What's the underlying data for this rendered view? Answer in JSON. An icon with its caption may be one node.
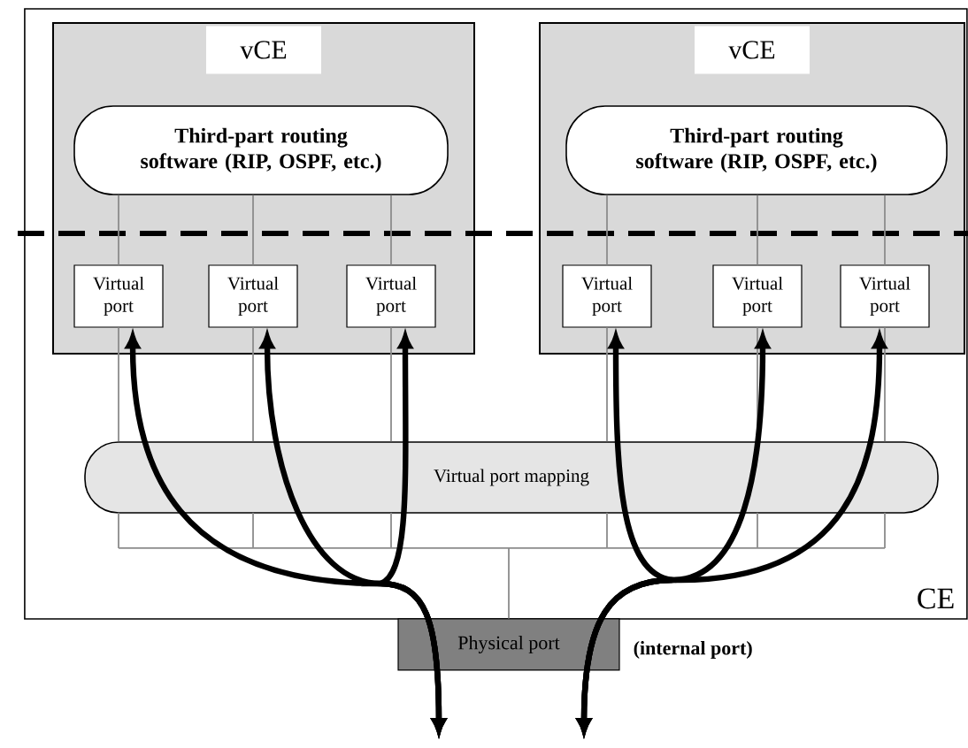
{
  "diagram": {
    "nodes": [
      {
        "text": [
          "CE"
        ]
      },
      {
        "text": [
          "vCE"
        ],
        "in": 0
      },
      {
        "text": [
          "Third-part routing software (RIP, OSPF, etc.)"
        ],
        "in": 1
      },
      {
        "text": [
          "Virtual port"
        ],
        "in": 1
      },
      {
        "text": [
          "Virtual port"
        ],
        "in": 1
      },
      {
        "text": [
          "Virtual port"
        ],
        "in": 1
      },
      {
        "text": [
          "vCE"
        ],
        "in": 0
      },
      {
        "text": [
          "Third-part routing software (RIP, OSPF, etc.)"
        ],
        "in": 6
      },
      {
        "text": [
          "Virtual port"
        ],
        "in": 6
      },
      {
        "text": [
          "Virtual port"
        ],
        "in": 6
      },
      {
        "text": [
          "Virtual port"
        ],
        "in": 6
      },
      {
        "text": [
          "Virtual port mapping"
        ],
        "in": 0
      },
      {
        "text": [
          "Physical port"
        ],
        "beside": [
          "(internal port)"
        ]
      }
    ],
    "edges": [
      {
        "from": 2,
        "to": 3,
        "arrow": "none"
      },
      {
        "from": 2,
        "to": 4,
        "arrow": "none"
      },
      {
        "from": 2,
        "to": 5,
        "arrow": "none"
      },
      {
        "from": 7,
        "to": 8,
        "arrow": "none"
      },
      {
        "from": 7,
        "to": 9,
        "arrow": "none"
      },
      {
        "from": 7,
        "to": 10,
        "arrow": "none"
      },
      {
        "from": 3,
        "to": 11,
        "arrow": "none"
      },
      {
        "from": 4,
        "to": 11,
        "arrow": "none"
      },
      {
        "from": 5,
        "to": 11,
        "arrow": "none"
      },
      {
        "from": 8,
        "to": 11,
        "arrow": "none"
      },
      {
        "from": 9,
        "to": 11,
        "arrow": "none"
      },
      {
        "from": 10,
        "to": 11,
        "arrow": "none"
      },
      {
        "from": 11,
        "to": 12,
        "arrow": "none"
      },
      {
        "from": null,
        "to": 3,
        "arrow": "both",
        "style": "thick",
        "color": "#000000"
      },
      {
        "from": null,
        "to": 4,
        "arrow": "both",
        "style": "thick",
        "color": "#000000"
      },
      {
        "from": null,
        "to": 5,
        "arrow": "both",
        "style": "thick",
        "color": "#000000"
      },
      {
        "from": null,
        "to": 8,
        "arrow": "both",
        "style": "thick",
        "color": "#000000"
      },
      {
        "from": null,
        "to": 9,
        "arrow": "both",
        "style": "thick",
        "color": "#000000"
      },
      {
        "from": null,
        "to": 10,
        "arrow": "both",
        "style": "thick",
        "color": "#000000"
      }
    ]
  }
}
